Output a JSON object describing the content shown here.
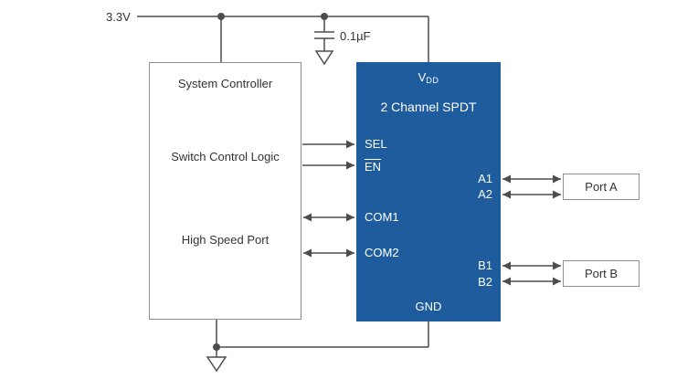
{
  "colors": {
    "spdt_fill": "#1e5c9e",
    "wire": "#4d4d4d",
    "box_border": "#8f8f8f",
    "text": "#333333",
    "spdt_text": "#ffffff"
  },
  "labels": {
    "supply": "3.3V",
    "capacitor": "0.1µF"
  },
  "system_controller": {
    "title": "System Controller",
    "switch_control": "Switch Control Logic",
    "high_speed": "High Speed Port"
  },
  "spdt": {
    "vdd_main": "V",
    "vdd_sub": "DD",
    "title": "2 Channel SPDT",
    "sel": "SEL",
    "en": "EN",
    "com1": "COM1",
    "com2": "COM2",
    "a1": "A1",
    "a2": "A2",
    "b1": "B1",
    "b2": "B2",
    "gnd": "GND"
  },
  "ports": {
    "a": "Port A",
    "b": "Port B"
  }
}
